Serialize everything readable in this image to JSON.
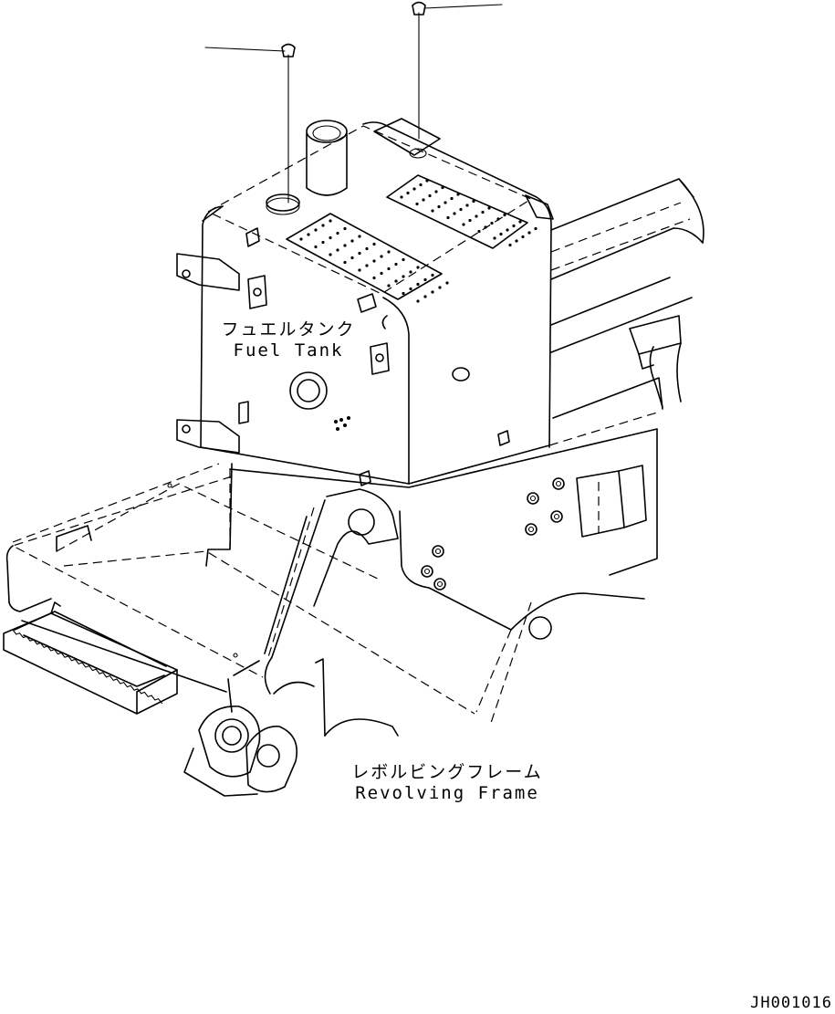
{
  "labels": {
    "fuel_tank": {
      "japanese": "フュエルタンク",
      "english": "Fuel Tank"
    },
    "revolving_frame": {
      "japanese": "レボルビングフレーム",
      "english": "Revolving Frame"
    }
  },
  "drawing_id": "JH001016"
}
